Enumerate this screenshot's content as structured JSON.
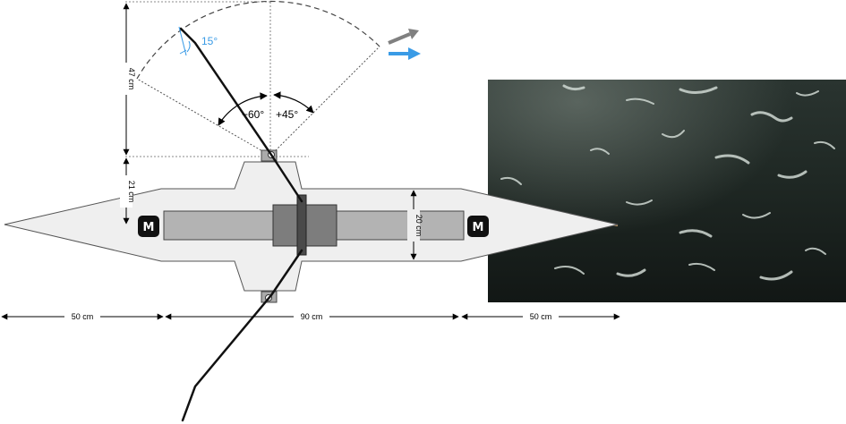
{
  "dimensions": {
    "height_fin_zone": "47 cm",
    "height_half_body": "21 cm",
    "body_width": "20 cm",
    "length_front": "50 cm",
    "length_middle": "90 cm",
    "length_rear": "50 cm"
  },
  "angles": {
    "negative": "−60°",
    "positive": "+45°",
    "fin_tilt": "15°"
  },
  "motor_label": "M",
  "colors": {
    "hull_fill": "#efefef",
    "rail_fill": "#b3b3b3",
    "block_fill": "#7d7d7d",
    "clamp_fill": "#4a4a4a",
    "arrow_gray": "#808080",
    "arrow_blue": "#3a9be6",
    "water_dark": "#1d2420"
  },
  "photo": {
    "subject": "underwater photo of hull tip in water"
  }
}
